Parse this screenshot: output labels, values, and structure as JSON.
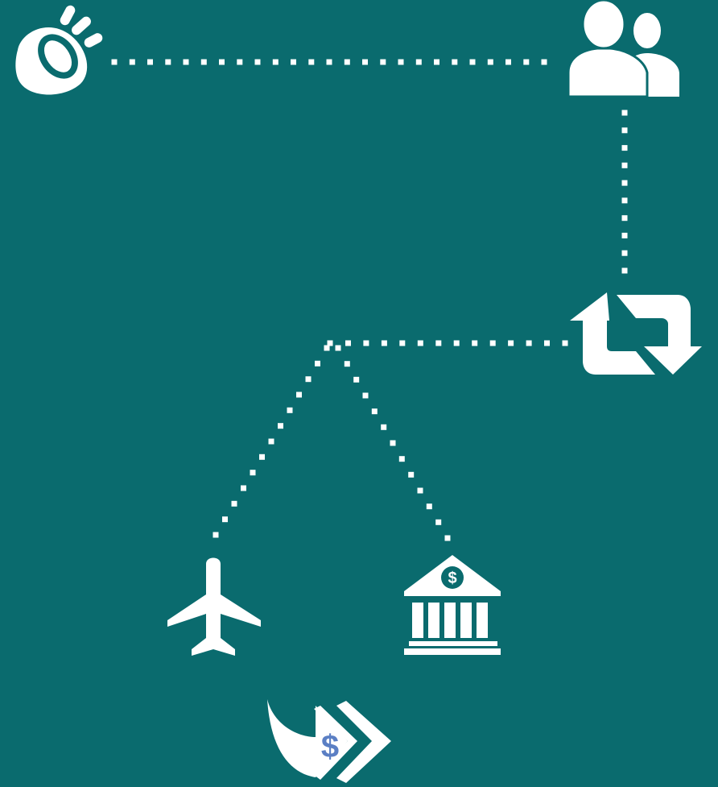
{
  "diagram": {
    "colors": {
      "background": "#0a6b6e",
      "foreground": "#ffffff",
      "dollar_accent": "#5b7fc4"
    },
    "nodes": [
      {
        "id": "megaphone",
        "icon": "megaphone-icon"
      },
      {
        "id": "people",
        "icon": "people-icon"
      },
      {
        "id": "exchange",
        "icon": "repeat-arrows-icon"
      },
      {
        "id": "airplane",
        "icon": "airplane-icon"
      },
      {
        "id": "bank",
        "icon": "bank-icon",
        "symbol": "$"
      },
      {
        "id": "money-transfer",
        "icon": "money-transfer-icon",
        "symbol": "$"
      }
    ],
    "connectors": [
      {
        "from": "megaphone",
        "to": "people",
        "style": "dotted"
      },
      {
        "from": "people",
        "to": "exchange",
        "style": "dotted"
      },
      {
        "from": "exchange",
        "to": "branch-point",
        "style": "dotted"
      },
      {
        "from": "branch-point",
        "to": "airplane",
        "style": "dotted"
      },
      {
        "from": "branch-point",
        "to": "bank",
        "style": "dotted"
      }
    ]
  }
}
